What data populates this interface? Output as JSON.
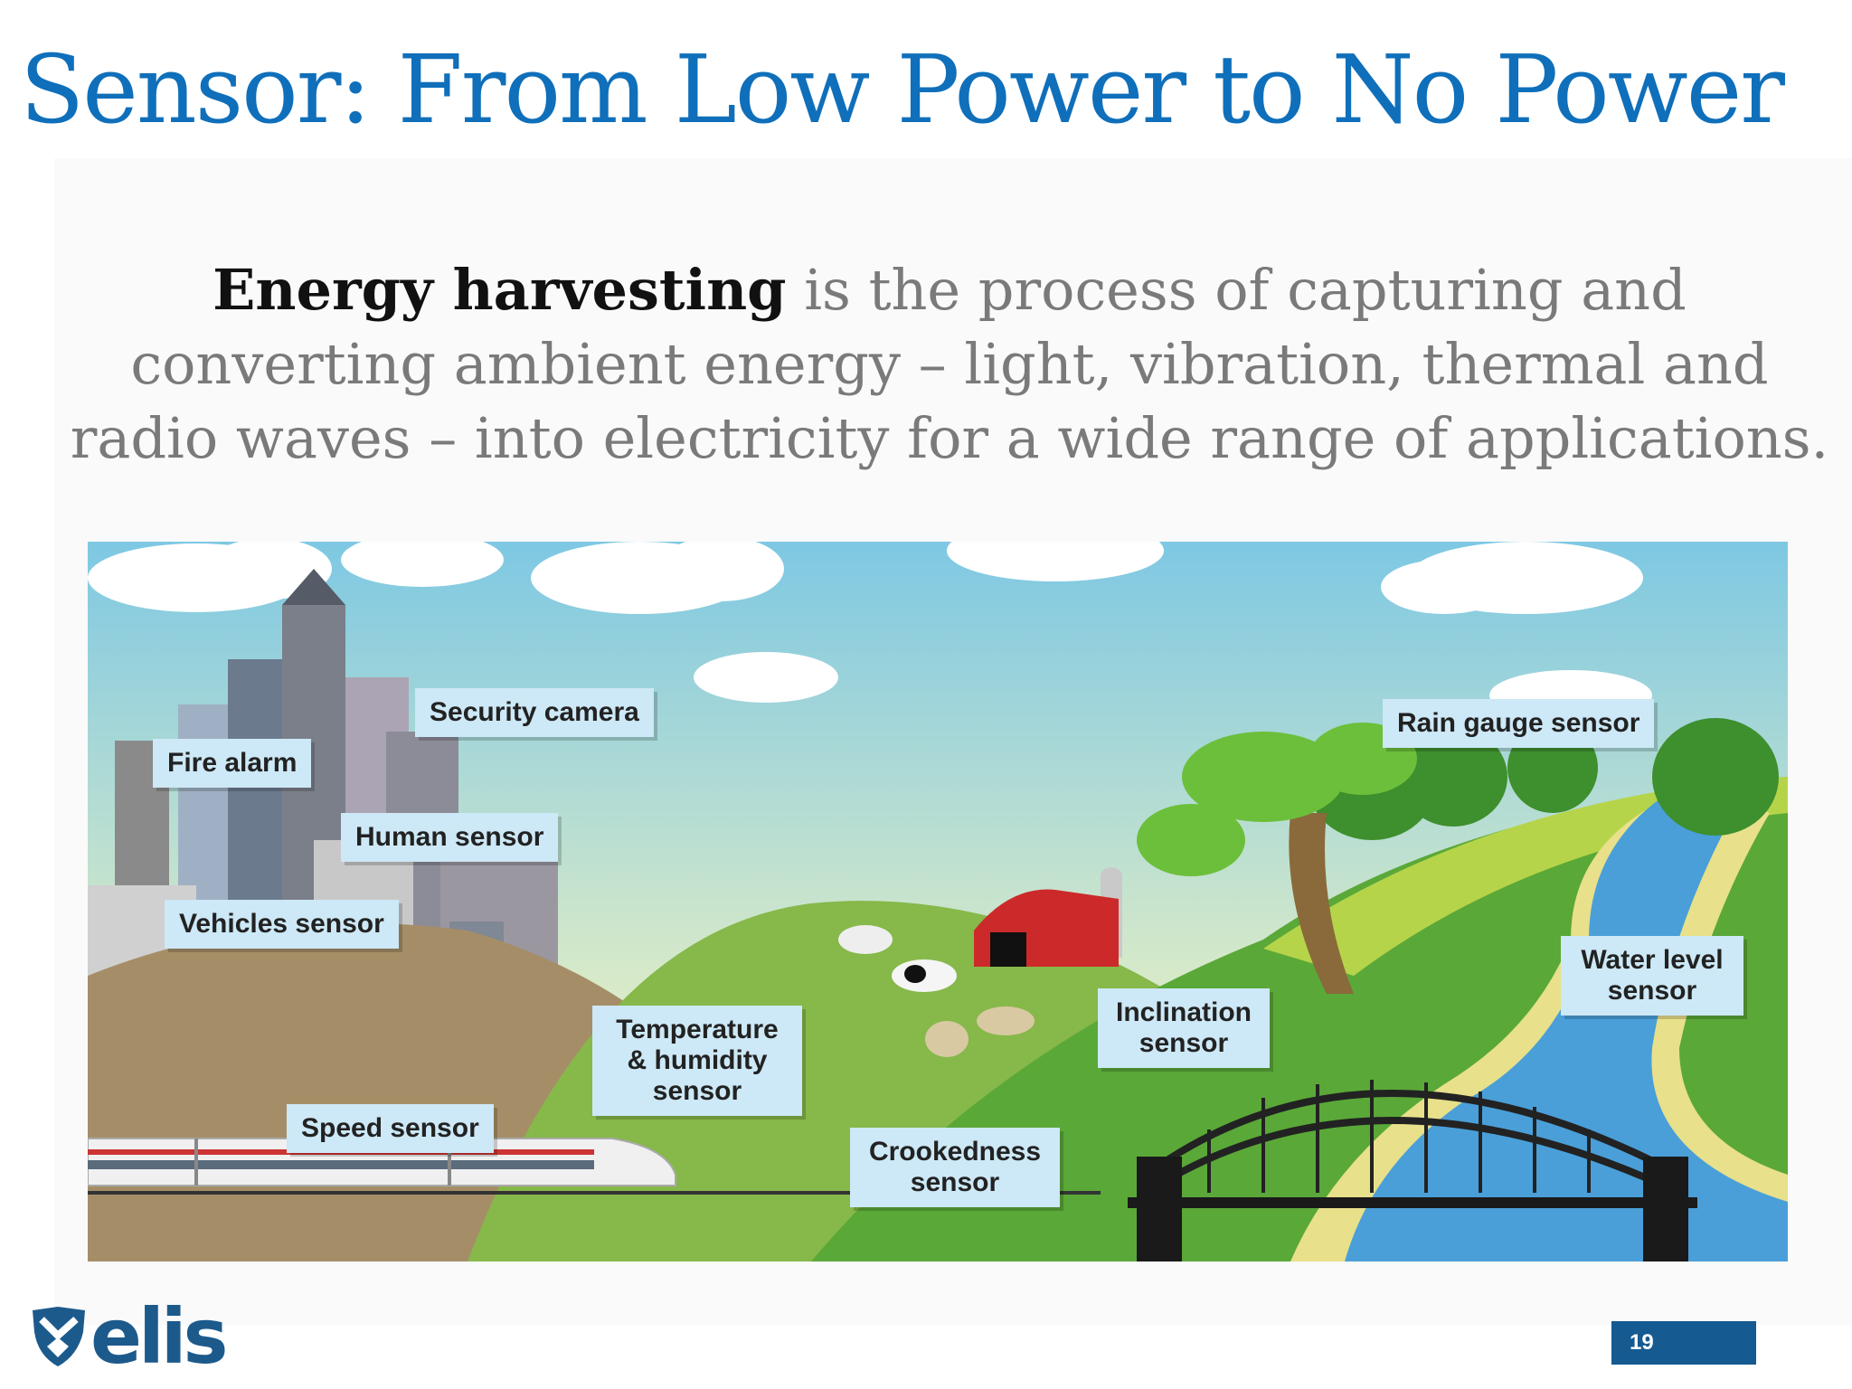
{
  "slide": {
    "title": "Sensor: From Low Power to No Power",
    "intro_bold": "Energy harvesting",
    "intro_rest": " is the process of capturing and converting ambient energy – light, vibration, thermal and radio waves – into electricity for a wide range of applications.",
    "page_number": "19"
  },
  "logo": {
    "text": "elis",
    "color": "#1d5a8c"
  },
  "illustration": {
    "labels": {
      "security_camera": "Security camera",
      "fire_alarm": "Fire alarm",
      "human_sensor": "Human sensor",
      "vehicles_sensor": "Vehicles sensor",
      "temperature_humidity": "Temperature & humidity sensor",
      "speed_sensor": "Speed sensor",
      "crookedness_sensor": "Crookedness sensor",
      "inclination_sensor": "Inclination sensor",
      "rain_gauge_sensor": "Rain gauge sensor",
      "water_level_sensor": "Water level sensor"
    }
  },
  "colors": {
    "title_blue": "#0f6fba",
    "label_bg": "#cde8f6",
    "page_badge": "#155a90"
  }
}
